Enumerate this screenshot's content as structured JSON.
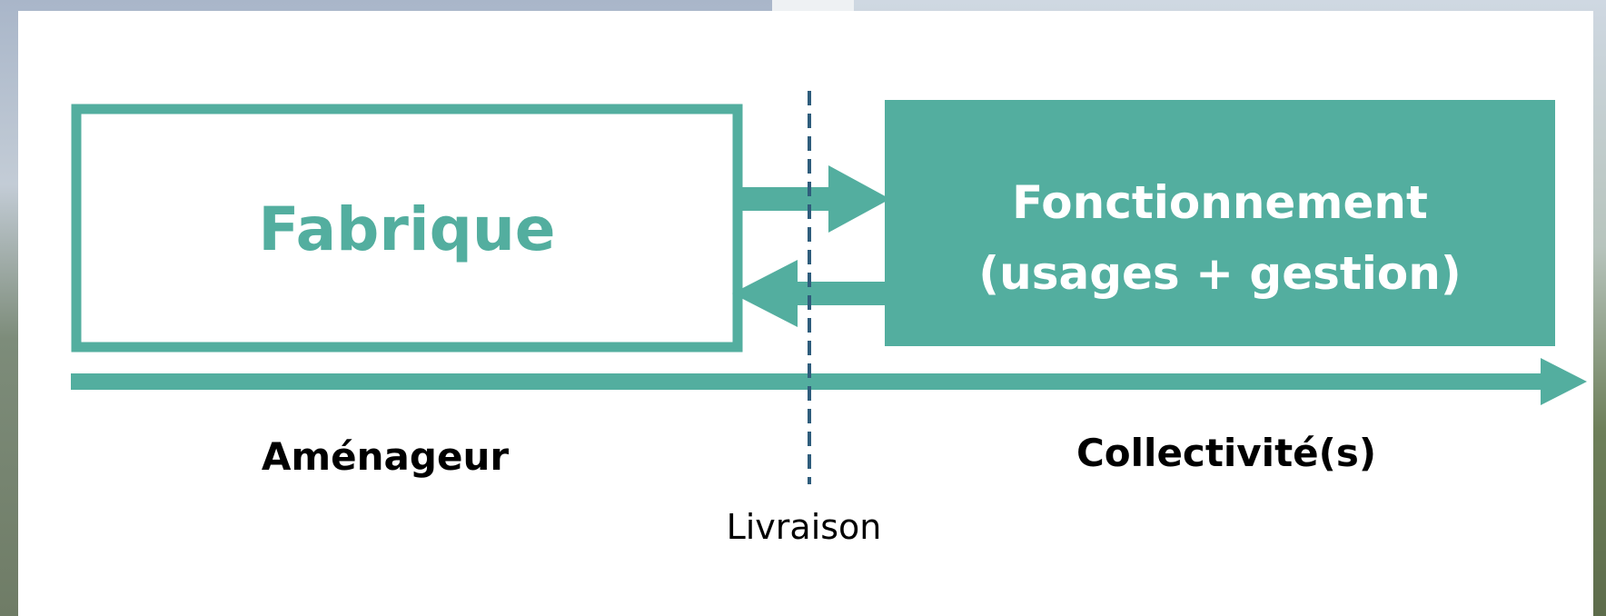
{
  "diagram": {
    "left_box": {
      "title": "Fabrique"
    },
    "right_box": {
      "title_line1": "Fonctionnement",
      "title_line2": "(usages + gestion)"
    },
    "left_label": "Aménageur",
    "right_label": "Collectivité(s)",
    "divider_label": "Livraison"
  },
  "colors": {
    "accent": "#53ae9f",
    "divider": "#2f5d7c",
    "text": "#000000",
    "background": "#ffffff"
  }
}
